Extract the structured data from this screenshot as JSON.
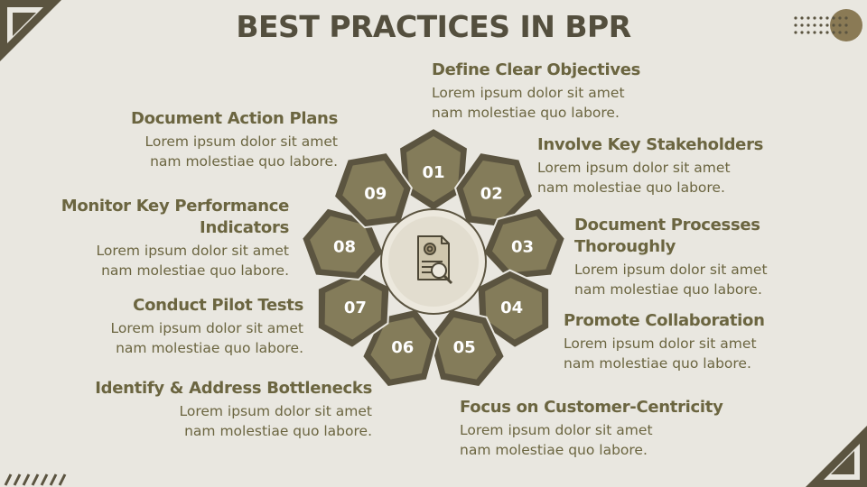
{
  "title": "BEST PRACTICES IN BPR",
  "colors": {
    "background": "#e9e7e0",
    "dark": "#5b5440",
    "petal": "#847c5a",
    "text": "#6b6540",
    "title": "#544f3e",
    "center": "#ece8dd",
    "accent_circle": "#8a7a55"
  },
  "center_icon": "document-gear-magnifier-icon",
  "items": [
    {
      "num": "01",
      "title": "Define Clear Objectives",
      "desc": "Lorem ipsum dolor sit amet\nnam molestiae quo labore."
    },
    {
      "num": "02",
      "title": "Involve Key Stakeholders",
      "desc": "Lorem ipsum dolor sit amet\nnam molestiae quo labore."
    },
    {
      "num": "03",
      "title": "Document Processes Thoroughly",
      "desc": "Lorem ipsum dolor sit amet\nnam molestiae quo labore."
    },
    {
      "num": "04",
      "title": "Promote Collaboration",
      "desc": "Lorem ipsum dolor sit amet\nnam molestiae quo labore."
    },
    {
      "num": "05",
      "title": "Focus on Customer-Centricity",
      "desc": "Lorem ipsum dolor sit amet\nnam molestiae quo labore."
    },
    {
      "num": "06",
      "title": "Identify & Address Bottlenecks",
      "desc": "Lorem ipsum dolor sit amet\nnam molestiae quo labore."
    },
    {
      "num": "07",
      "title": "Conduct Pilot Tests",
      "desc": "Lorem ipsum dolor sit amet\nnam molestiae quo labore."
    },
    {
      "num": "08",
      "title": "Monitor Key Performance Indicators",
      "desc": "Lorem ipsum dolor sit amet\nnam molestiae quo labore."
    },
    {
      "num": "09",
      "title": "Document Action Plans",
      "desc": "Lorem ipsum dolor sit amet\nnam molestiae quo labore."
    }
  ]
}
